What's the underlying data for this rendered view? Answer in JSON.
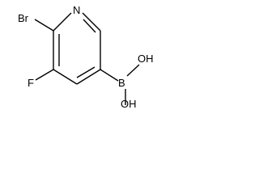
{
  "molecule": {
    "atoms": {
      "br": "Br",
      "n": "N",
      "f": "F",
      "b": "B",
      "oh_top": "OH",
      "oh_bottom": "OH"
    },
    "colors": {
      "bond": "#000000",
      "label": "#000000",
      "background": "#ffffff"
    }
  }
}
